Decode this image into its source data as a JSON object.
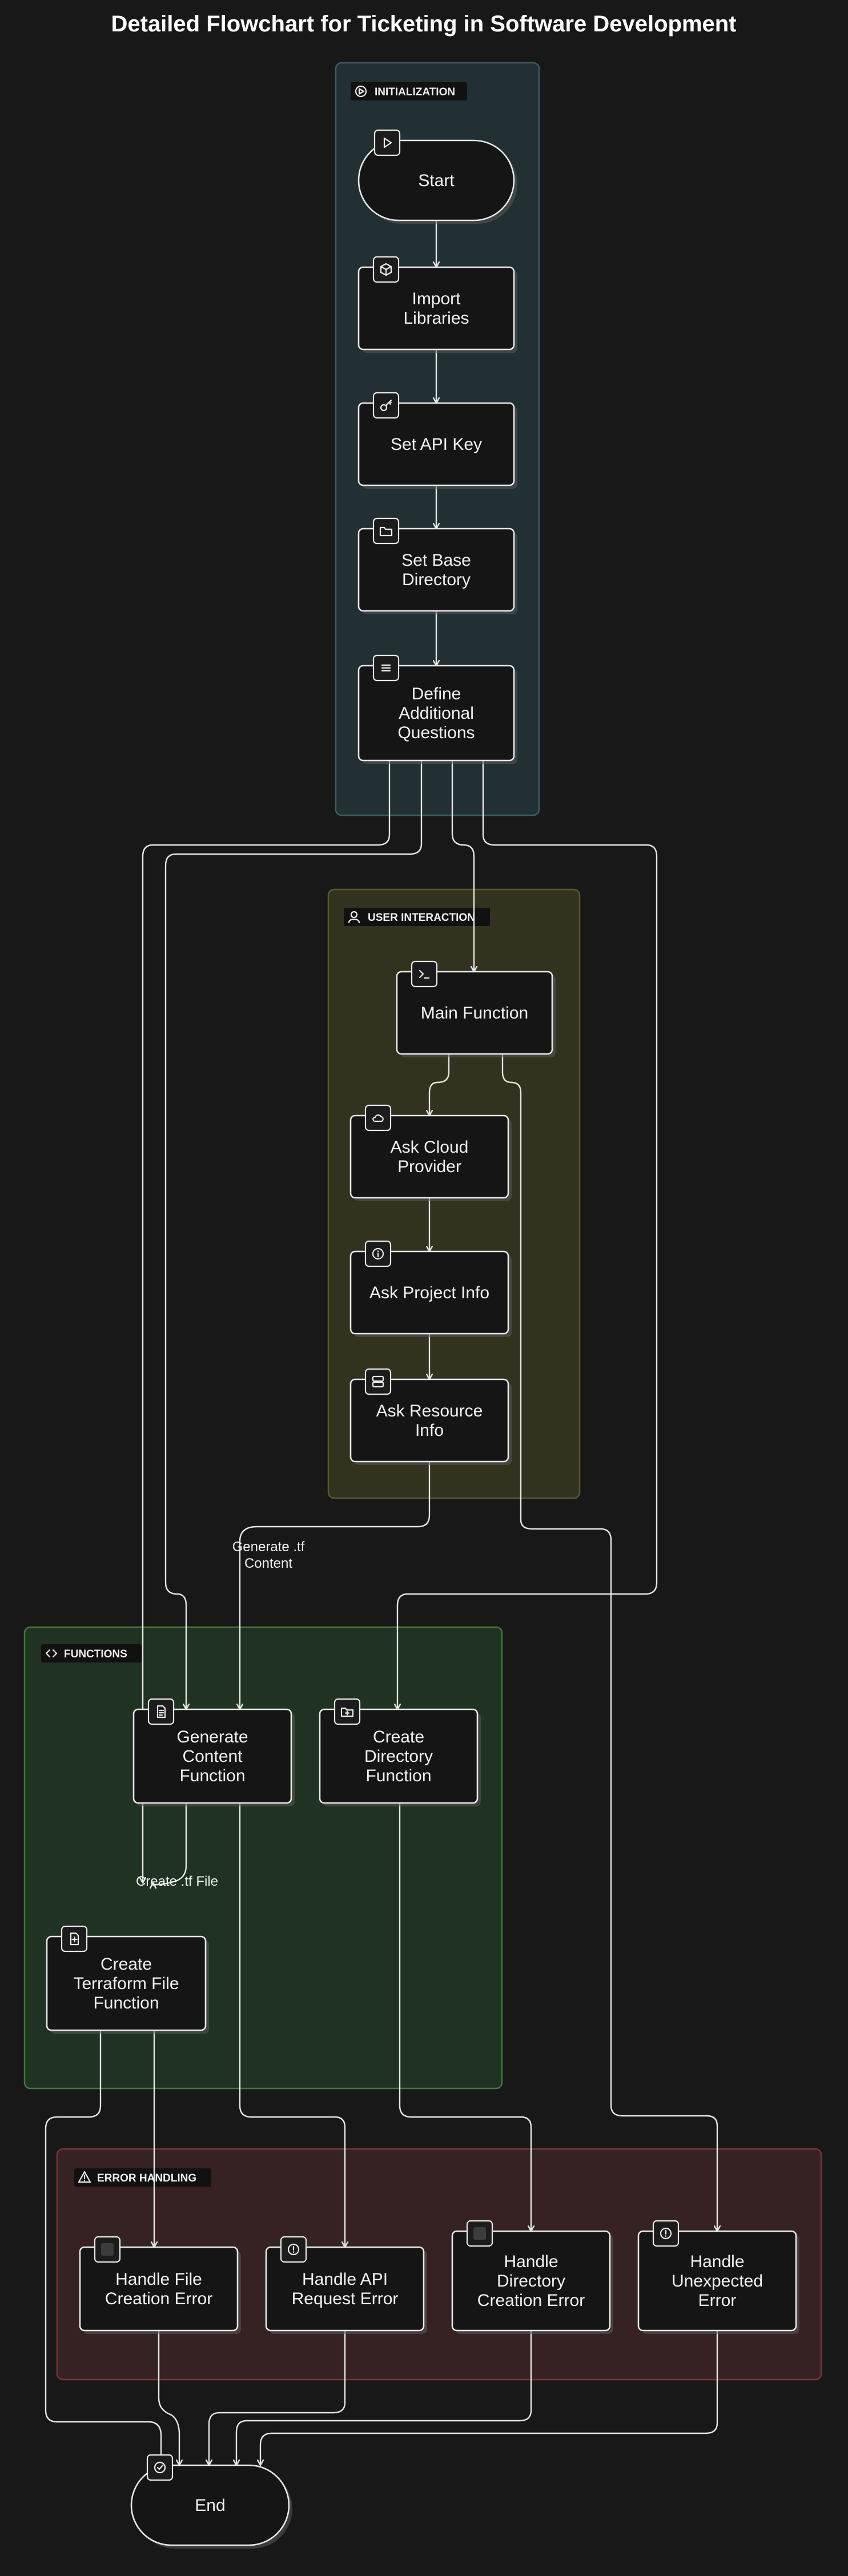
{
  "title": "Detailed Flowchart for Ticketing in Software Development",
  "subgraphs": [
    {
      "id": "init",
      "label": "INITIALIZATION",
      "icon": "play-icon",
      "fill": "#223034",
      "stroke": "#3c5a63"
    },
    {
      "id": "ui",
      "label": "USER INTERACTION",
      "icon": "user-icon",
      "fill": "#33321f",
      "stroke": "#5a5630"
    },
    {
      "id": "func",
      "label": "FUNCTIONS",
      "icon": "code-icon",
      "fill": "#203322",
      "stroke": "#3f7a3c"
    },
    {
      "id": "err",
      "label": "ERROR HANDLING",
      "icon": "warning-icon",
      "fill": "#362222",
      "stroke": "#7a3434"
    }
  ],
  "nodes": [
    {
      "id": "start",
      "lines": [
        "Start"
      ],
      "icon": "play-icon",
      "shape": "stadium"
    },
    {
      "id": "import",
      "lines": [
        "Import",
        "Libraries"
      ],
      "icon": "package-icon",
      "shape": "rect"
    },
    {
      "id": "apikey",
      "lines": [
        "Set API Key"
      ],
      "icon": "key-icon",
      "shape": "rect"
    },
    {
      "id": "basedir",
      "lines": [
        "Set Base",
        "Directory"
      ],
      "icon": "folder-icon",
      "shape": "rect"
    },
    {
      "id": "questions",
      "lines": [
        "Define",
        "Additional",
        "Questions"
      ],
      "icon": "list-icon",
      "shape": "rect"
    },
    {
      "id": "main",
      "lines": [
        "Main Function"
      ],
      "icon": "terminal-icon",
      "shape": "rect"
    },
    {
      "id": "cloud",
      "lines": [
        "Ask Cloud",
        "Provider"
      ],
      "icon": "cloud-icon",
      "shape": "rect"
    },
    {
      "id": "project",
      "lines": [
        "Ask Project Info"
      ],
      "icon": "info-icon",
      "shape": "rect"
    },
    {
      "id": "resource",
      "lines": [
        "Ask Resource",
        "Info"
      ],
      "icon": "server-icon",
      "shape": "rect"
    },
    {
      "id": "gencontent",
      "lines": [
        "Generate",
        "Content",
        "Function"
      ],
      "icon": "file-text-icon",
      "shape": "rect"
    },
    {
      "id": "createdir",
      "lines": [
        "Create",
        "Directory",
        "Function"
      ],
      "icon": "folder-plus-icon",
      "shape": "rect"
    },
    {
      "id": "createtf",
      "lines": [
        "Create",
        "Terraform File",
        "Function"
      ],
      "icon": "file-plus-icon",
      "shape": "rect"
    },
    {
      "id": "errfile",
      "lines": [
        "Handle File",
        "Creation Error"
      ],
      "icon": "square-icon",
      "shape": "rect"
    },
    {
      "id": "errapi",
      "lines": [
        "Handle API",
        "Request Error"
      ],
      "icon": "alert-circle-icon",
      "shape": "rect"
    },
    {
      "id": "errdir",
      "lines": [
        "Handle",
        "Directory",
        "Creation Error"
      ],
      "icon": "square-icon",
      "shape": "rect"
    },
    {
      "id": "errunexp",
      "lines": [
        "Handle",
        "Unexpected",
        "Error"
      ],
      "icon": "alert-circle-icon",
      "shape": "rect"
    },
    {
      "id": "end",
      "lines": [
        "End"
      ],
      "icon": "check-circle-icon",
      "shape": "stadium"
    }
  ],
  "edge_labels": {
    "generate_tf": [
      "Generate .tf",
      "Content"
    ],
    "create_tf": "Create .tf File"
  }
}
